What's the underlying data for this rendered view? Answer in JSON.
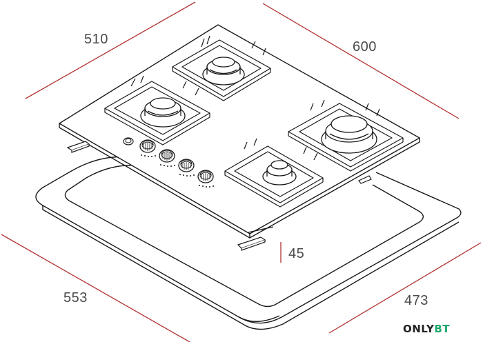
{
  "dimensions": {
    "top_width": "510",
    "top_depth": "600",
    "height": "45",
    "cutout_width": "553",
    "cutout_depth": "473"
  },
  "watermark": {
    "part1": "ONLY",
    "part2": "BT"
  },
  "colors": {
    "dimension_line": "#b03030",
    "drawing_line": "#1a1a1a",
    "watermark_dark": "#222222",
    "watermark_green": "#1aa86a"
  },
  "icons": [
    "burner-icon",
    "control-knob-icon",
    "pan-support-grid-icon"
  ]
}
